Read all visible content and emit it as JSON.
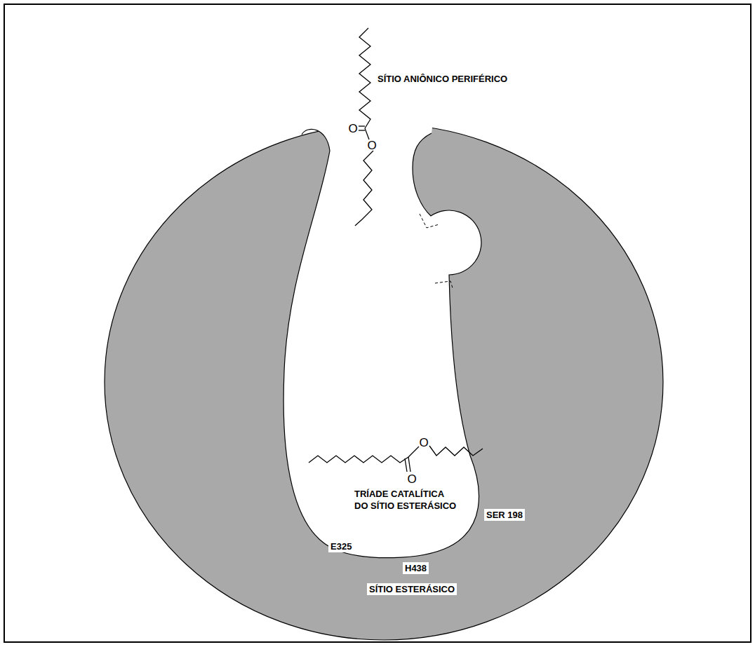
{
  "diagram": {
    "labels": [
      "SÍTIO ANIÔNICO PERIFÉRICO",
      "O",
      "O",
      "O",
      "O",
      "TRÍADE CATALÍTICA DO SÍTIO ESTERÁSICO",
      "SER 198",
      "E325",
      "H438",
      "SÍTIO ESTERÁSICO"
    ]
  }
}
